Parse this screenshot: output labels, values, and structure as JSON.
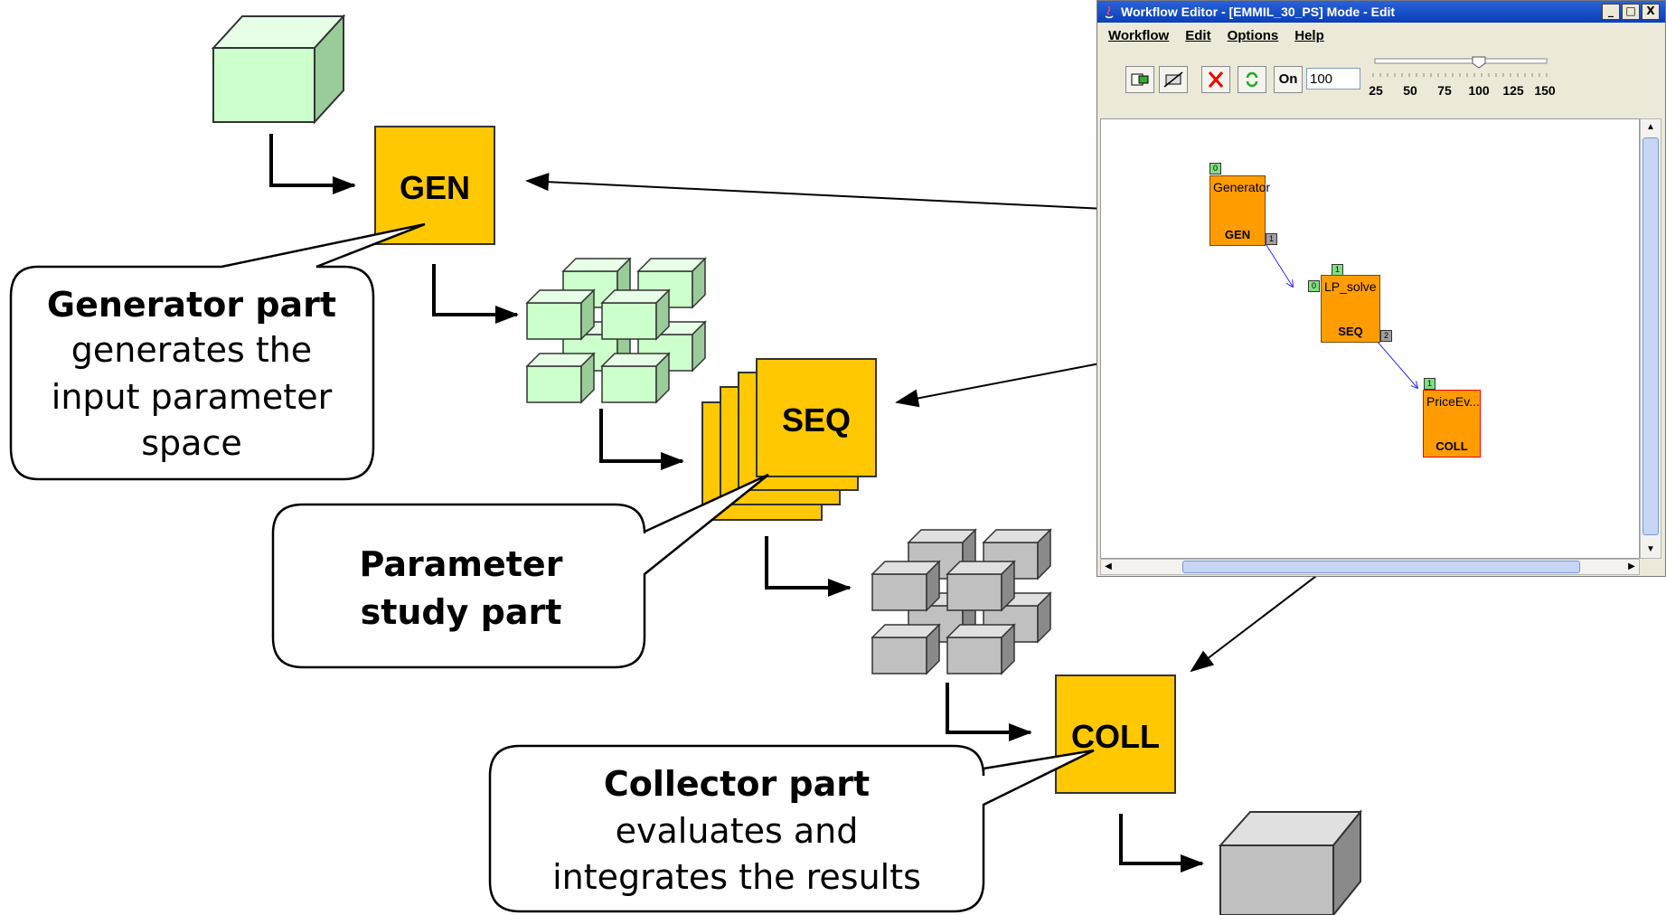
{
  "boxes": {
    "gen": "GEN",
    "seq": "SEQ",
    "coll": "COLL"
  },
  "callouts": {
    "generator": {
      "title": "Generator part",
      "lines": [
        "generates the",
        "input parameter",
        "space"
      ]
    },
    "parameter": {
      "title_lines": [
        "Parameter",
        "study part"
      ]
    },
    "collector": {
      "title": "Collector part",
      "lines": [
        "evaluates and",
        "integrates the results"
      ]
    }
  },
  "colors": {
    "job_box": "#ffc800",
    "input_cube": "#ccffcc",
    "output_cube": "#c0c0c0",
    "wf_job": "#ff9c00"
  },
  "workflow_editor": {
    "title": "Workflow Editor - [EMMIL_30_PS] Mode - Edit",
    "menu": [
      "Workflow",
      "Edit",
      "Options",
      "Help"
    ],
    "on_label": "On",
    "zoom_value": "100",
    "zoom_ticks": [
      "25",
      "50",
      "75",
      "100",
      "125",
      "150"
    ],
    "jobs": [
      {
        "name": "Generator",
        "type": "GEN",
        "in_port": "0",
        "out_port": "1"
      },
      {
        "name": "LP_solve",
        "type": "SEQ",
        "in_port_top": "1",
        "in_port_left": "0",
        "out_port": "2"
      },
      {
        "name": "PriceEv...",
        "type": "COLL",
        "in_port": "1"
      }
    ],
    "window_buttons": [
      "_",
      "□",
      "X"
    ]
  }
}
